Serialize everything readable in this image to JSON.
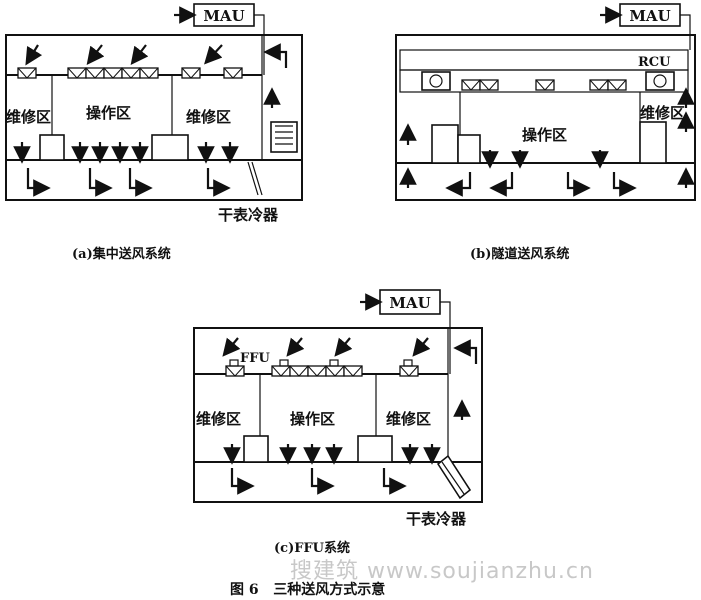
{
  "panel_a": {
    "mau": "MAU",
    "zone_left": "维修区",
    "zone_center": "操作区",
    "zone_right": "维修区",
    "cooler": "干表冷器",
    "caption": "(a)集中送风系统"
  },
  "panel_b": {
    "mau": "MAU",
    "rcu": "RCU",
    "zone_center": "操作区",
    "zone_right": "维修区",
    "caption": "(b)隧道送风系统"
  },
  "panel_c": {
    "mau": "MAU",
    "ffu": "FFU",
    "zone_left": "维修区",
    "zone_center": "操作区",
    "zone_right": "维修区",
    "cooler": "干表冷器",
    "caption": "(c)FFU系统"
  },
  "figure_caption": "图 6   三种送风方式示意",
  "watermark": "搜建筑 www.soujianzhu.cn"
}
